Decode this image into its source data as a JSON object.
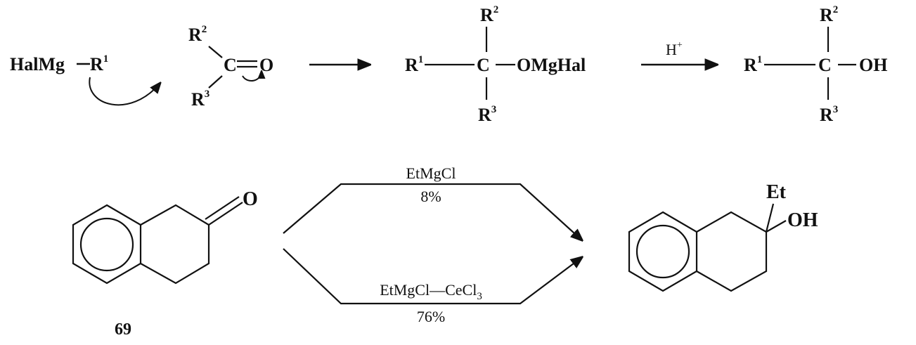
{
  "scheme1": {
    "reagent": "HalMg",
    "reagent_r1": "R",
    "carbonyl_c": "C",
    "carbonyl_o": "O",
    "r": "R",
    "sup1": "1",
    "sup2": "2",
    "sup3": "3",
    "intermediate_c": "C",
    "intermediate_omghal": "OMgHal",
    "acid": "H",
    "acid_sup": "+",
    "product_c": "C",
    "product_oh": "OH"
  },
  "scheme2": {
    "ketone_o": "O",
    "compound_number": "69",
    "upper_reagent": "EtMgCl",
    "upper_yield": "8%",
    "lower_reagent": "EtMgCl—CeCl",
    "lower_reagent_sub": "3",
    "lower_yield": "76%",
    "product_et": "Et",
    "product_oh": "OH"
  },
  "colors": {
    "ink": "#111111",
    "background": "#ffffff"
  }
}
